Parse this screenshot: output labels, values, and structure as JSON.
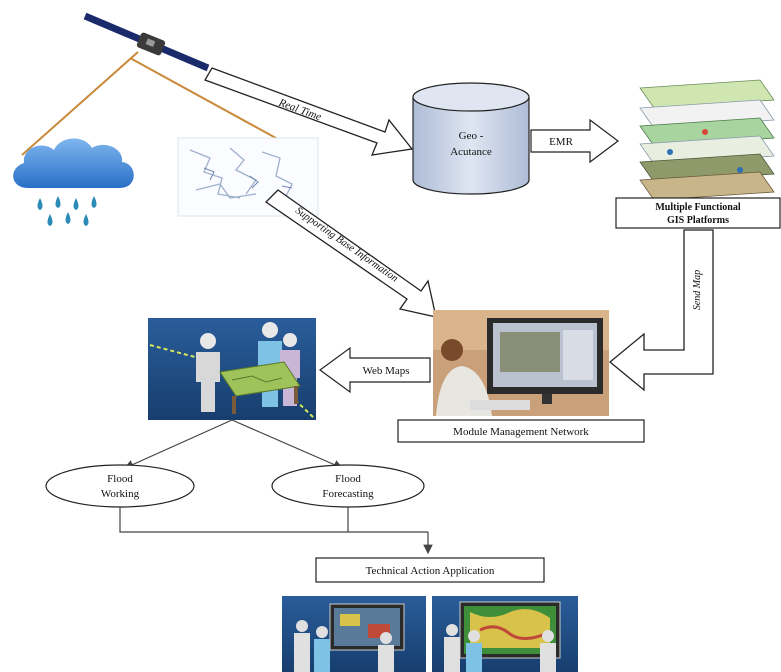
{
  "arrows": {
    "real_time": "Real Time",
    "emr": "EMR",
    "supporting_info": "Supporting Base Information",
    "send_map": "Send Map",
    "web_maps": "Web Maps"
  },
  "nodes": {
    "geo_line1": "Geo -",
    "geo_line2": "Acutance",
    "gis_line1": "Multiple  Functional",
    "gis_line2": "GIS Platforms",
    "module_network": "Module  Management  Network",
    "flood_working_line1": "Flood",
    "flood_working_line2": "Working",
    "flood_forecasting_line1": "Flood",
    "flood_forecasting_line2": "Forecasting",
    "technical_action": "Technical  Action  Application"
  },
  "colors": {
    "panel_blue": "#1f4e86",
    "cylinder_fill": "#cfd8e8",
    "cloud_blue": "#3b7fd1",
    "satellite_panel": "#1b2a6b",
    "beam_orange": "#c98a3a"
  }
}
